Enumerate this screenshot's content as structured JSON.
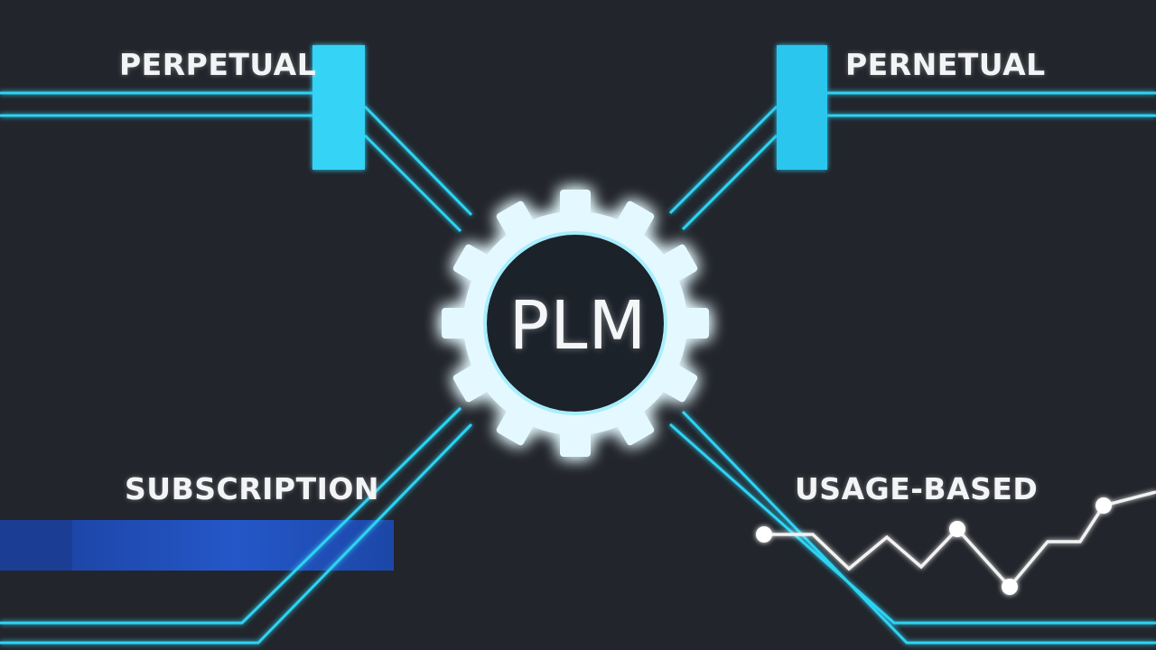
{
  "center": {
    "label": "PLM"
  },
  "branches": {
    "top_left": {
      "label": "PERPETUAL"
    },
    "top_right": {
      "label": "PERNETUAL"
    },
    "bottom_left": {
      "label": "SUBSCRIPTION"
    },
    "bottom_right": {
      "label": "USAGE-BASED"
    }
  },
  "colors": {
    "background": "#22252b",
    "line": "#2fd2f3",
    "block": "#2cc6ee",
    "bar": "#1f4fb5",
    "gear": "#dff8ff",
    "trend": "#f2f2f2"
  },
  "icons": {
    "gear": "gear-icon",
    "trend": "trend-line-icon"
  }
}
